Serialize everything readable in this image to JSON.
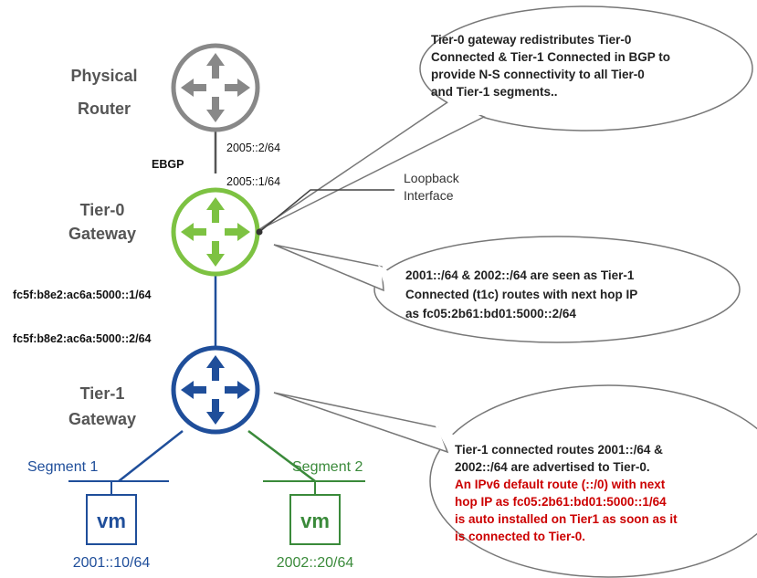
{
  "colors": {
    "physical_router": "#888888",
    "tier0": "#7dc242",
    "tier1": "#1f4e9a",
    "segment2": "#3a8a3a",
    "highlight_text": "#cc0000"
  },
  "physical_router": {
    "name_line1": "Physical",
    "name_line2": "Router"
  },
  "tier0_gateway": {
    "name_line1": "Tier-0",
    "name_line2": "Gateway"
  },
  "tier1_gateway": {
    "name_line1": "Tier-1",
    "name_line2": "Gateway"
  },
  "links": {
    "ebgp_label": "EBGP",
    "physical_ip": "2005::2/64",
    "tier0_uplink_ip": "2005::1/64",
    "tier0_downlink_ip": "fc5f:b8e2:ac6a:5000::1/64",
    "tier1_uplink_ip": "fc5f:b8e2:ac6a:5000::2/64"
  },
  "loopback": {
    "line1": "Loopback",
    "line2": "Interface"
  },
  "callouts": {
    "top": [
      "Tier-0 gateway redistributes Tier-0",
      "Connected & Tier-1 Connected in BGP to",
      "provide N-S  connectivity to all Tier-0",
      "and Tier-1 segments.."
    ],
    "middle": [
      "2001::/64 & 2002::/64 are seen as Tier-1",
      "Connected (t1c) routes with next hop IP",
      "as fc05:2b61:bd01:5000::2/64"
    ],
    "bottom_black": [
      "Tier-1 connected routes 2001::/64 &",
      "2002::/64 are advertised to Tier-0."
    ],
    "bottom_red": [
      "An IPv6 default route (::/0) with next",
      "hop IP as fc05:2b61:bd01:5000::1/64",
      "is auto installed on Tier1 as soon as it",
      "is connected to Tier-0."
    ]
  },
  "segments": {
    "segment1": {
      "label": "Segment 1",
      "vm_label": "vm",
      "vm_ip": "2001::10/64"
    },
    "segment2": {
      "label": "Segment 2",
      "vm_label": "vm",
      "vm_ip": "2002::20/64"
    }
  },
  "icons": [
    "router-arrows-icon",
    "vm-icon"
  ]
}
